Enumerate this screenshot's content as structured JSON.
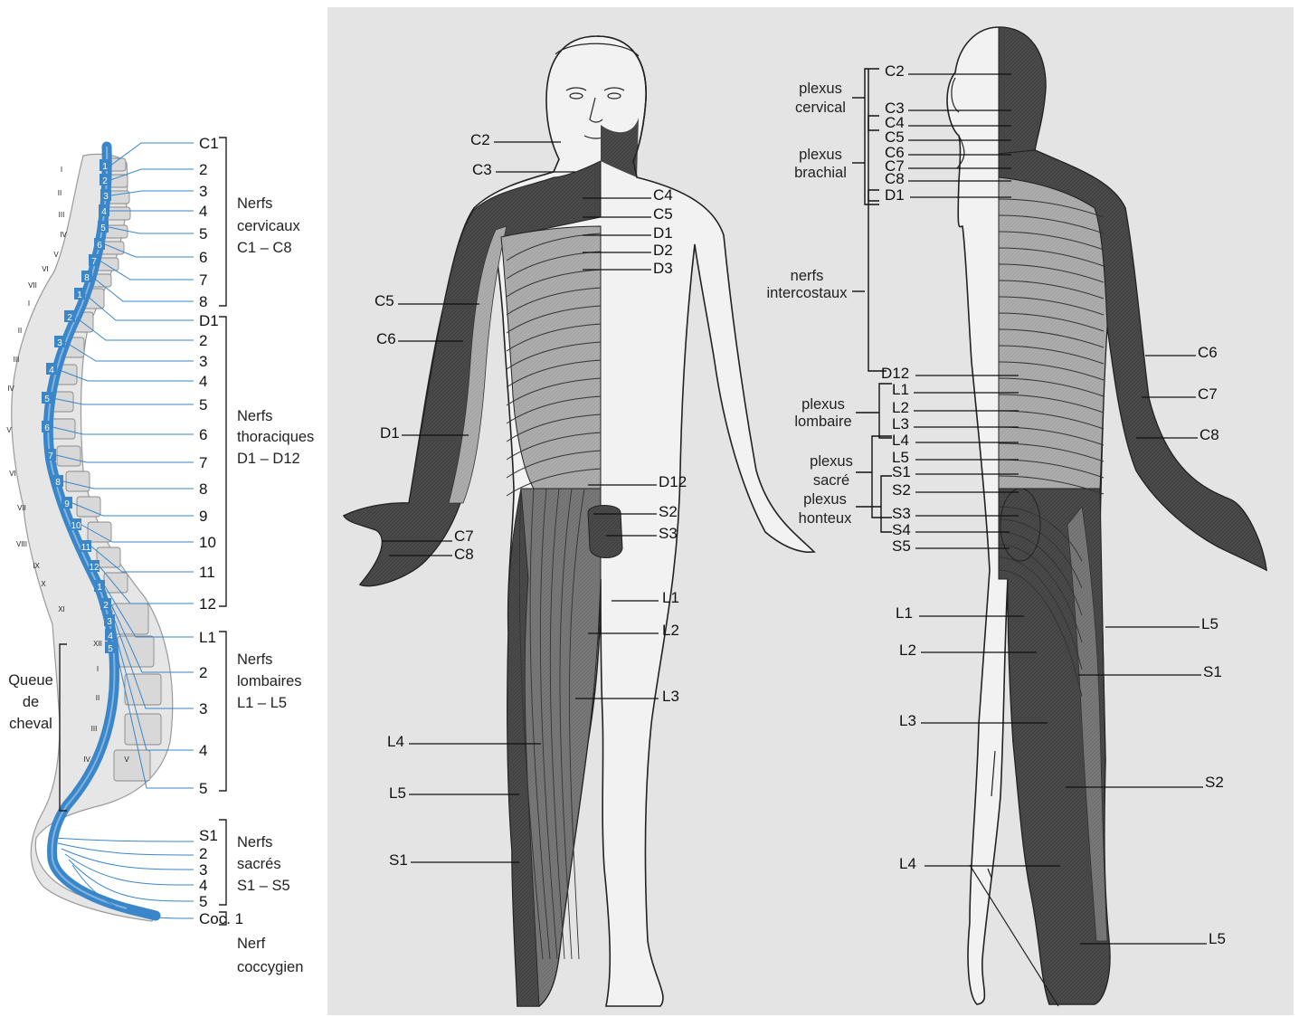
{
  "spine": {
    "nerve_labels": [
      "C1",
      "2",
      "3",
      "4",
      "5",
      "6",
      "7",
      "8",
      "D1",
      "2",
      "3",
      "4",
      "5",
      "6",
      "7",
      "8",
      "9",
      "10",
      "11",
      "12",
      "L1",
      "2",
      "3",
      "4",
      "5",
      "S1",
      "2",
      "3",
      "4",
      "5",
      "Coc. 1"
    ],
    "groups": [
      {
        "lines": [
          "Nerfs",
          "cervicaux",
          "C1 – C8"
        ]
      },
      {
        "lines": [
          "Nerfs",
          "thoraciques",
          "D1 – D12"
        ]
      },
      {
        "lines": [
          "Nerfs",
          "lombaires",
          "L1 – L5"
        ]
      },
      {
        "lines": [
          "Nerfs",
          "sacrés",
          "S1 – S5"
        ]
      },
      {
        "lines": [
          "Nerf",
          "coccygien"
        ]
      }
    ],
    "queue": [
      "Queue",
      "de",
      "cheval"
    ],
    "cord_numbers": [
      "1",
      "2",
      "3",
      "4",
      "5",
      "6",
      "7",
      "8",
      "1",
      "2",
      "3",
      "4",
      "5",
      "6",
      "7",
      "8",
      "9",
      "10",
      "11",
      "12",
      "1",
      "2",
      "3",
      "4",
      "5"
    ],
    "vertebra_numerals": [
      "I",
      "II",
      "III",
      "IV",
      "V",
      "VI",
      "VII",
      "I",
      "II",
      "III",
      "IV",
      "V",
      "VI",
      "VII",
      "VIII",
      "IX",
      "X",
      "XI",
      "XII",
      "I",
      "II",
      "III",
      "IV",
      "V"
    ]
  },
  "front": {
    "labels": [
      "C2",
      "C3",
      "C4",
      "C5",
      "D1",
      "D2",
      "D3",
      "C5",
      "C6",
      "D1",
      "D12",
      "S2",
      "S3",
      "C7",
      "C8",
      "L1",
      "L2",
      "L3",
      "L4",
      "L5",
      "S1"
    ]
  },
  "back": {
    "labels": [
      "C2",
      "C3",
      "C4",
      "C5",
      "C6",
      "C7",
      "C8",
      "D1",
      "D12",
      "L1",
      "L2",
      "L3",
      "L4",
      "L5",
      "S1",
      "S2",
      "S3",
      "S4",
      "S5",
      "C6",
      "C7",
      "C8",
      "L1",
      "L2",
      "L3",
      "L4",
      "L5",
      "S1",
      "S2",
      "L5"
    ],
    "plexus": [
      {
        "lines": [
          "plexus",
          "cervical"
        ]
      },
      {
        "lines": [
          "plexus",
          "brachial"
        ]
      },
      {
        "lines": [
          "nerfs",
          "intercostaux"
        ]
      },
      {
        "lines": [
          "plexus",
          "lombaire"
        ]
      },
      {
        "lines": [
          "plexus",
          "sacré"
        ]
      },
      {
        "lines": [
          "plexus",
          "honteux"
        ]
      }
    ]
  },
  "colors": {
    "panel_bg": "#e4e4e4",
    "dark_zone": "#4a4a4a",
    "mid_zone": "#767676",
    "light_zone": "#a9a9a9",
    "skin": "#f2f2f2",
    "cord_blue": "#3a86c8",
    "bone": "#dcdcdc"
  }
}
